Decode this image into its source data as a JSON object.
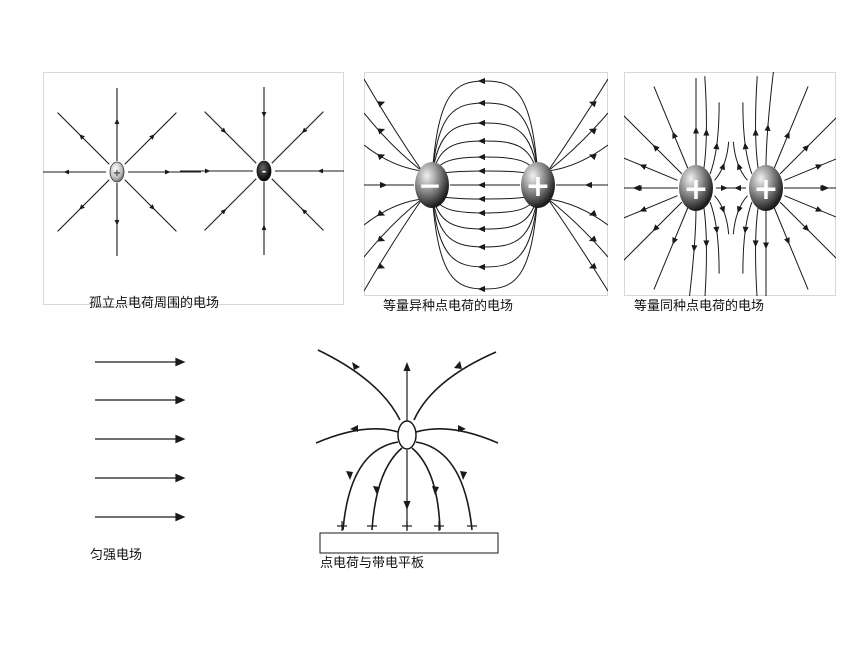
{
  "captions": {
    "isolated": "孤立点电荷周围的电场",
    "opposite": "等量异种点电荷的电场",
    "same": "等量同种点电荷的电场",
    "uniform": "匀强电场",
    "plate": "点电荷与带电平板"
  },
  "charges": {
    "isolated_positive_sign": "+",
    "isolated_negative_sign": "-",
    "opposite_negative_sign": "−",
    "opposite_positive_sign": "+",
    "same_left_sign": "+",
    "same_right_sign": "+"
  },
  "colors": {
    "line": "#1a1a1a",
    "charge_dark": "#222222",
    "frame": "#d8d8d8"
  }
}
